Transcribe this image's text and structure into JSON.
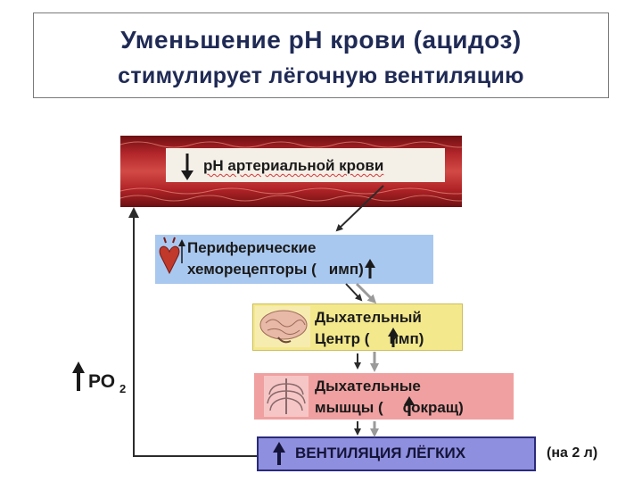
{
  "title": {
    "line1": "Уменьшение рН крови (ацидоз)",
    "line2": "стимулирует лёгочную вентиляцию"
  },
  "nodes": {
    "blood_ph": {
      "label": "рН артериальной крови"
    },
    "chemoreceptors": {
      "line1": "Периферические",
      "line2_prefix": "хеморецепторы (",
      "line2_suffix": "имп)"
    },
    "respiratory_center": {
      "line1": "Дыхательный",
      "line2_prefix": "Центр (",
      "line2_suffix": "имп)"
    },
    "respiratory_muscles": {
      "line1": "Дыхательные",
      "line2_prefix": "мышцы (",
      "line2_suffix": "сокращ)"
    },
    "ventilation": {
      "label": "ВЕНТИЛЯЦИЯ ЛЁГКИХ",
      "note": "(на 2 л)"
    }
  },
  "feedback": {
    "label": "РО",
    "subscript": "2"
  },
  "colors": {
    "title_text": "#1f2a55",
    "artery": "#b3262a",
    "chemoreceptors_box": "#a9c8ef",
    "center_box": "#f4e88c",
    "muscles_box": "#f0a0a0",
    "ventilation_box": "#8f8fdf"
  },
  "icons": [
    "down-arrow-icon",
    "up-arrow-icon",
    "heart-icon",
    "brain-icon",
    "ribcage-icon"
  ]
}
